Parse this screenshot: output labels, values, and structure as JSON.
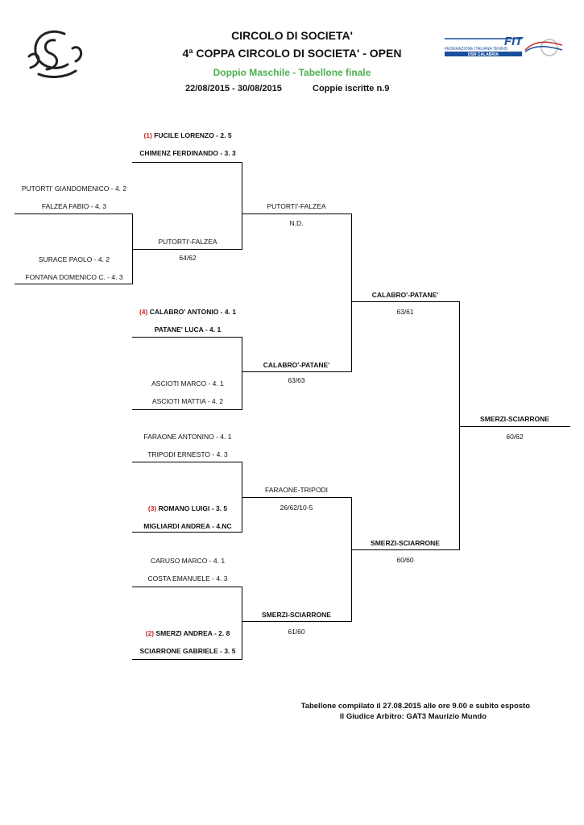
{
  "header": {
    "title": "CIRCOLO DI SOCIETA'",
    "subtitle": "4ª COPPA CIRCOLO DI SOCIETA' - OPEN",
    "draw": "Doppio Maschile - Tabellone finale",
    "dates": "22/08/2015 - 30/08/2015",
    "pairs": "Coppie iscritte n.9"
  },
  "logos": {
    "fit_text": "FIT",
    "fit_caption": "FEDERAZIONE ITALIANA TENNIS",
    "fit_region": "DSR CALABRIA"
  },
  "round1": [
    {
      "seed": "(1)",
      "a": "FUCILE LORENZO - 2. 5",
      "b": "CHIMENZ FERDINANDO - 3. 3"
    },
    {
      "a": "PUTORTI' GIANDOMENICO - 4. 2",
      "b": "FALZEA FABIO - 4. 3"
    },
    {
      "a": "SURACE PAOLO - 4. 2",
      "b": "FONTANA DOMENICO C. - 4. 3"
    },
    {
      "result": "PUTORTI'-FALZEA",
      "score": "64/62"
    },
    {
      "seed": "(4)",
      "a": "CALABRO' ANTONIO - 4. 1",
      "b": "PATANE' LUCA - 4. 1"
    },
    {
      "a": "ASCIOTI MARCO - 4. 1",
      "b": "ASCIOTI MATTIA - 4. 2"
    },
    {
      "a": "FARAONE ANTONINO - 4. 1",
      "b": "TRIPODI ERNESTO - 4. 3"
    },
    {
      "seed": "(3)",
      "a": "ROMANO LUIGI - 3. 5",
      "b": "MIGLIARDI ANDREA - 4.NC"
    },
    {
      "a": "CARUSO MARCO - 4. 1",
      "b": "COSTA EMANUELE - 4. 3"
    },
    {
      "seed": "(2)",
      "a": "SMERZI ANDREA - 2. 8",
      "b": "SCIARRONE GABRIELE - 3. 5"
    }
  ],
  "quarterfinals": [
    {
      "name": "PUTORTI'-FALZEA",
      "score": "N.D."
    },
    {
      "name": "CALABRO'-PATANE'",
      "score": "63/63"
    },
    {
      "name": "FARAONE-TRIPODI",
      "score": "26/62/10-5"
    },
    {
      "name": "SMERZI-SCIARRONE",
      "score": "61/60"
    }
  ],
  "semifinals": [
    {
      "name": "CALABRO'-PATANE'",
      "score": "63/61"
    },
    {
      "name": "SMERZI-SCIARRONE",
      "score": "60/60"
    }
  ],
  "final": {
    "name": "SMERZI-SCIARRONE",
    "score": "60/62"
  },
  "footer": {
    "line1": "Tabellone compilato il 27.08.2015 alle ore 9.00 e subito esposto",
    "line2": "Il Giudice Arbitro: GAT3 Maurizio Mundo"
  },
  "colors": {
    "seed": "#c62828",
    "draw_title": "#4caf50",
    "fit_blue": "#1a4f9c"
  }
}
